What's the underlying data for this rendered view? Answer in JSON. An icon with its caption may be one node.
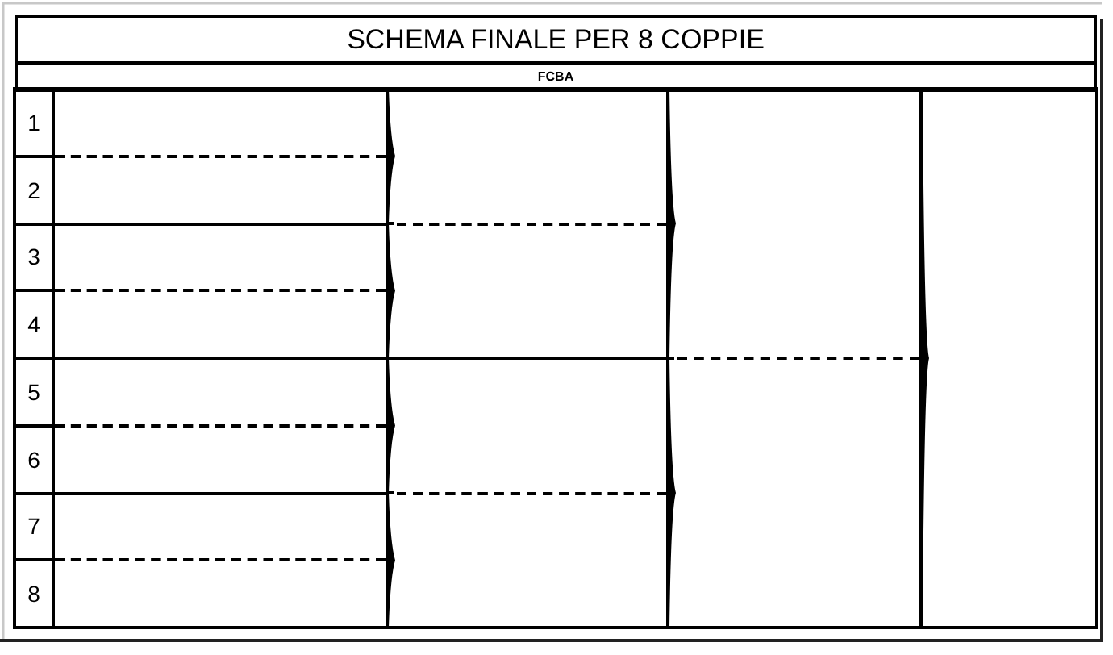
{
  "diagram": {
    "title": "SCHEMA FINALE PER 8 COPPIE",
    "labels": [
      "FCBA",
      "1",
      "2",
      "3",
      "4",
      "5",
      "6",
      "7",
      "8"
    ]
  }
}
